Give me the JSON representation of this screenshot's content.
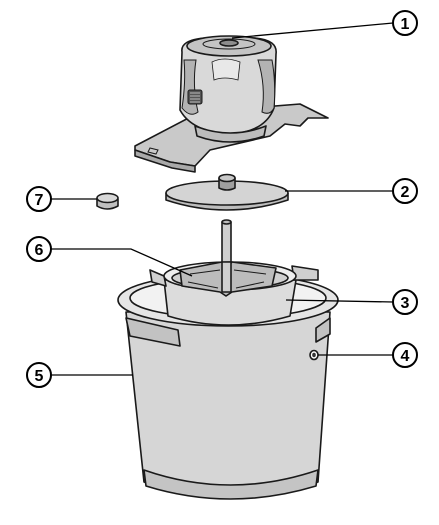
{
  "callouts": [
    {
      "id": "callout-1",
      "number": "1"
    },
    {
      "id": "callout-2",
      "number": "2"
    },
    {
      "id": "callout-3",
      "number": "3"
    },
    {
      "id": "callout-4",
      "number": "4"
    },
    {
      "id": "callout-5",
      "number": "5"
    },
    {
      "id": "callout-6",
      "number": "6"
    },
    {
      "id": "callout-7",
      "number": "7"
    }
  ]
}
